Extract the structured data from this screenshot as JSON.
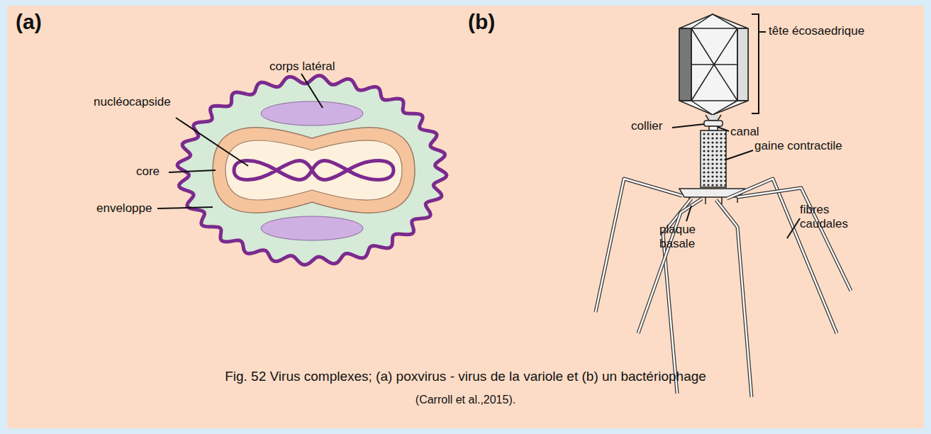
{
  "diagram": {
    "caption": "Fig. 52 Virus complexes; (a) poxvirus - virus de la variole et (b) un bactériophage",
    "labels": [
      "(a)",
      "(b)",
      "corps latéral",
      "nucléocapside",
      "core",
      "enveloppe",
      "tête écosaedrique",
      "collier",
      "canal",
      "gaine contractile",
      "plaque basale",
      "fibres caudales",
      "(Carroll et al.,2015)."
    ]
  }
}
